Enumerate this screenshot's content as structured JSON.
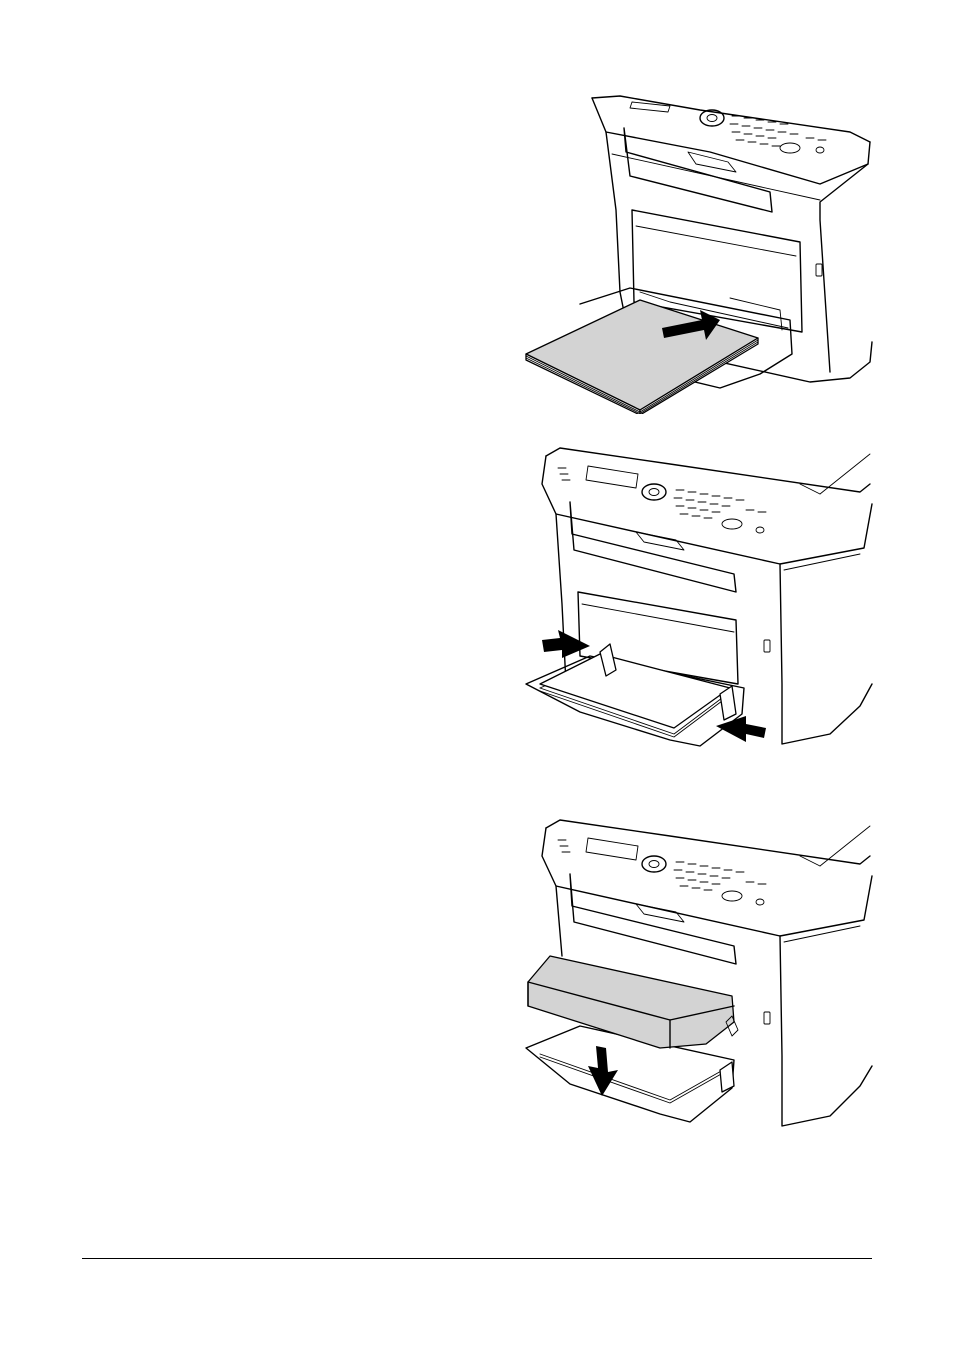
{
  "page": {
    "figures": [
      {
        "icon": "printer-insert-paper-illustration"
      },
      {
        "icon": "printer-adjust-paper-guides-illustration"
      },
      {
        "icon": "printer-close-dust-cover-illustration"
      }
    ]
  }
}
